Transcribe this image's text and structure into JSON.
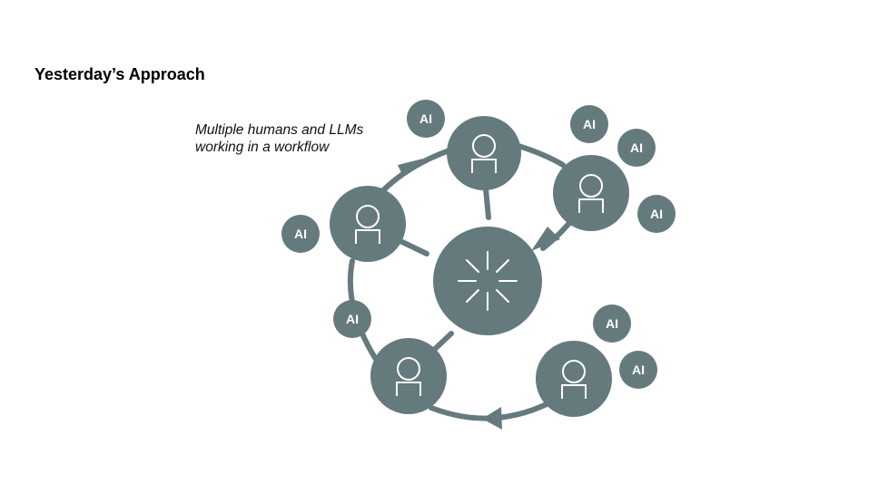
{
  "title": "Yesterday’s Approach",
  "subtitle": {
    "line1": "Multiple humans and LLMs",
    "line2": "working in a workflow"
  },
  "ai_badge_label": "AI",
  "colors": {
    "node": "#657a7d",
    "icon": "#ffffff",
    "background": "#ffffff",
    "text": "#000000"
  },
  "icons": {
    "human": "person-outline-icon",
    "hub": "loading-spinner-icon"
  }
}
